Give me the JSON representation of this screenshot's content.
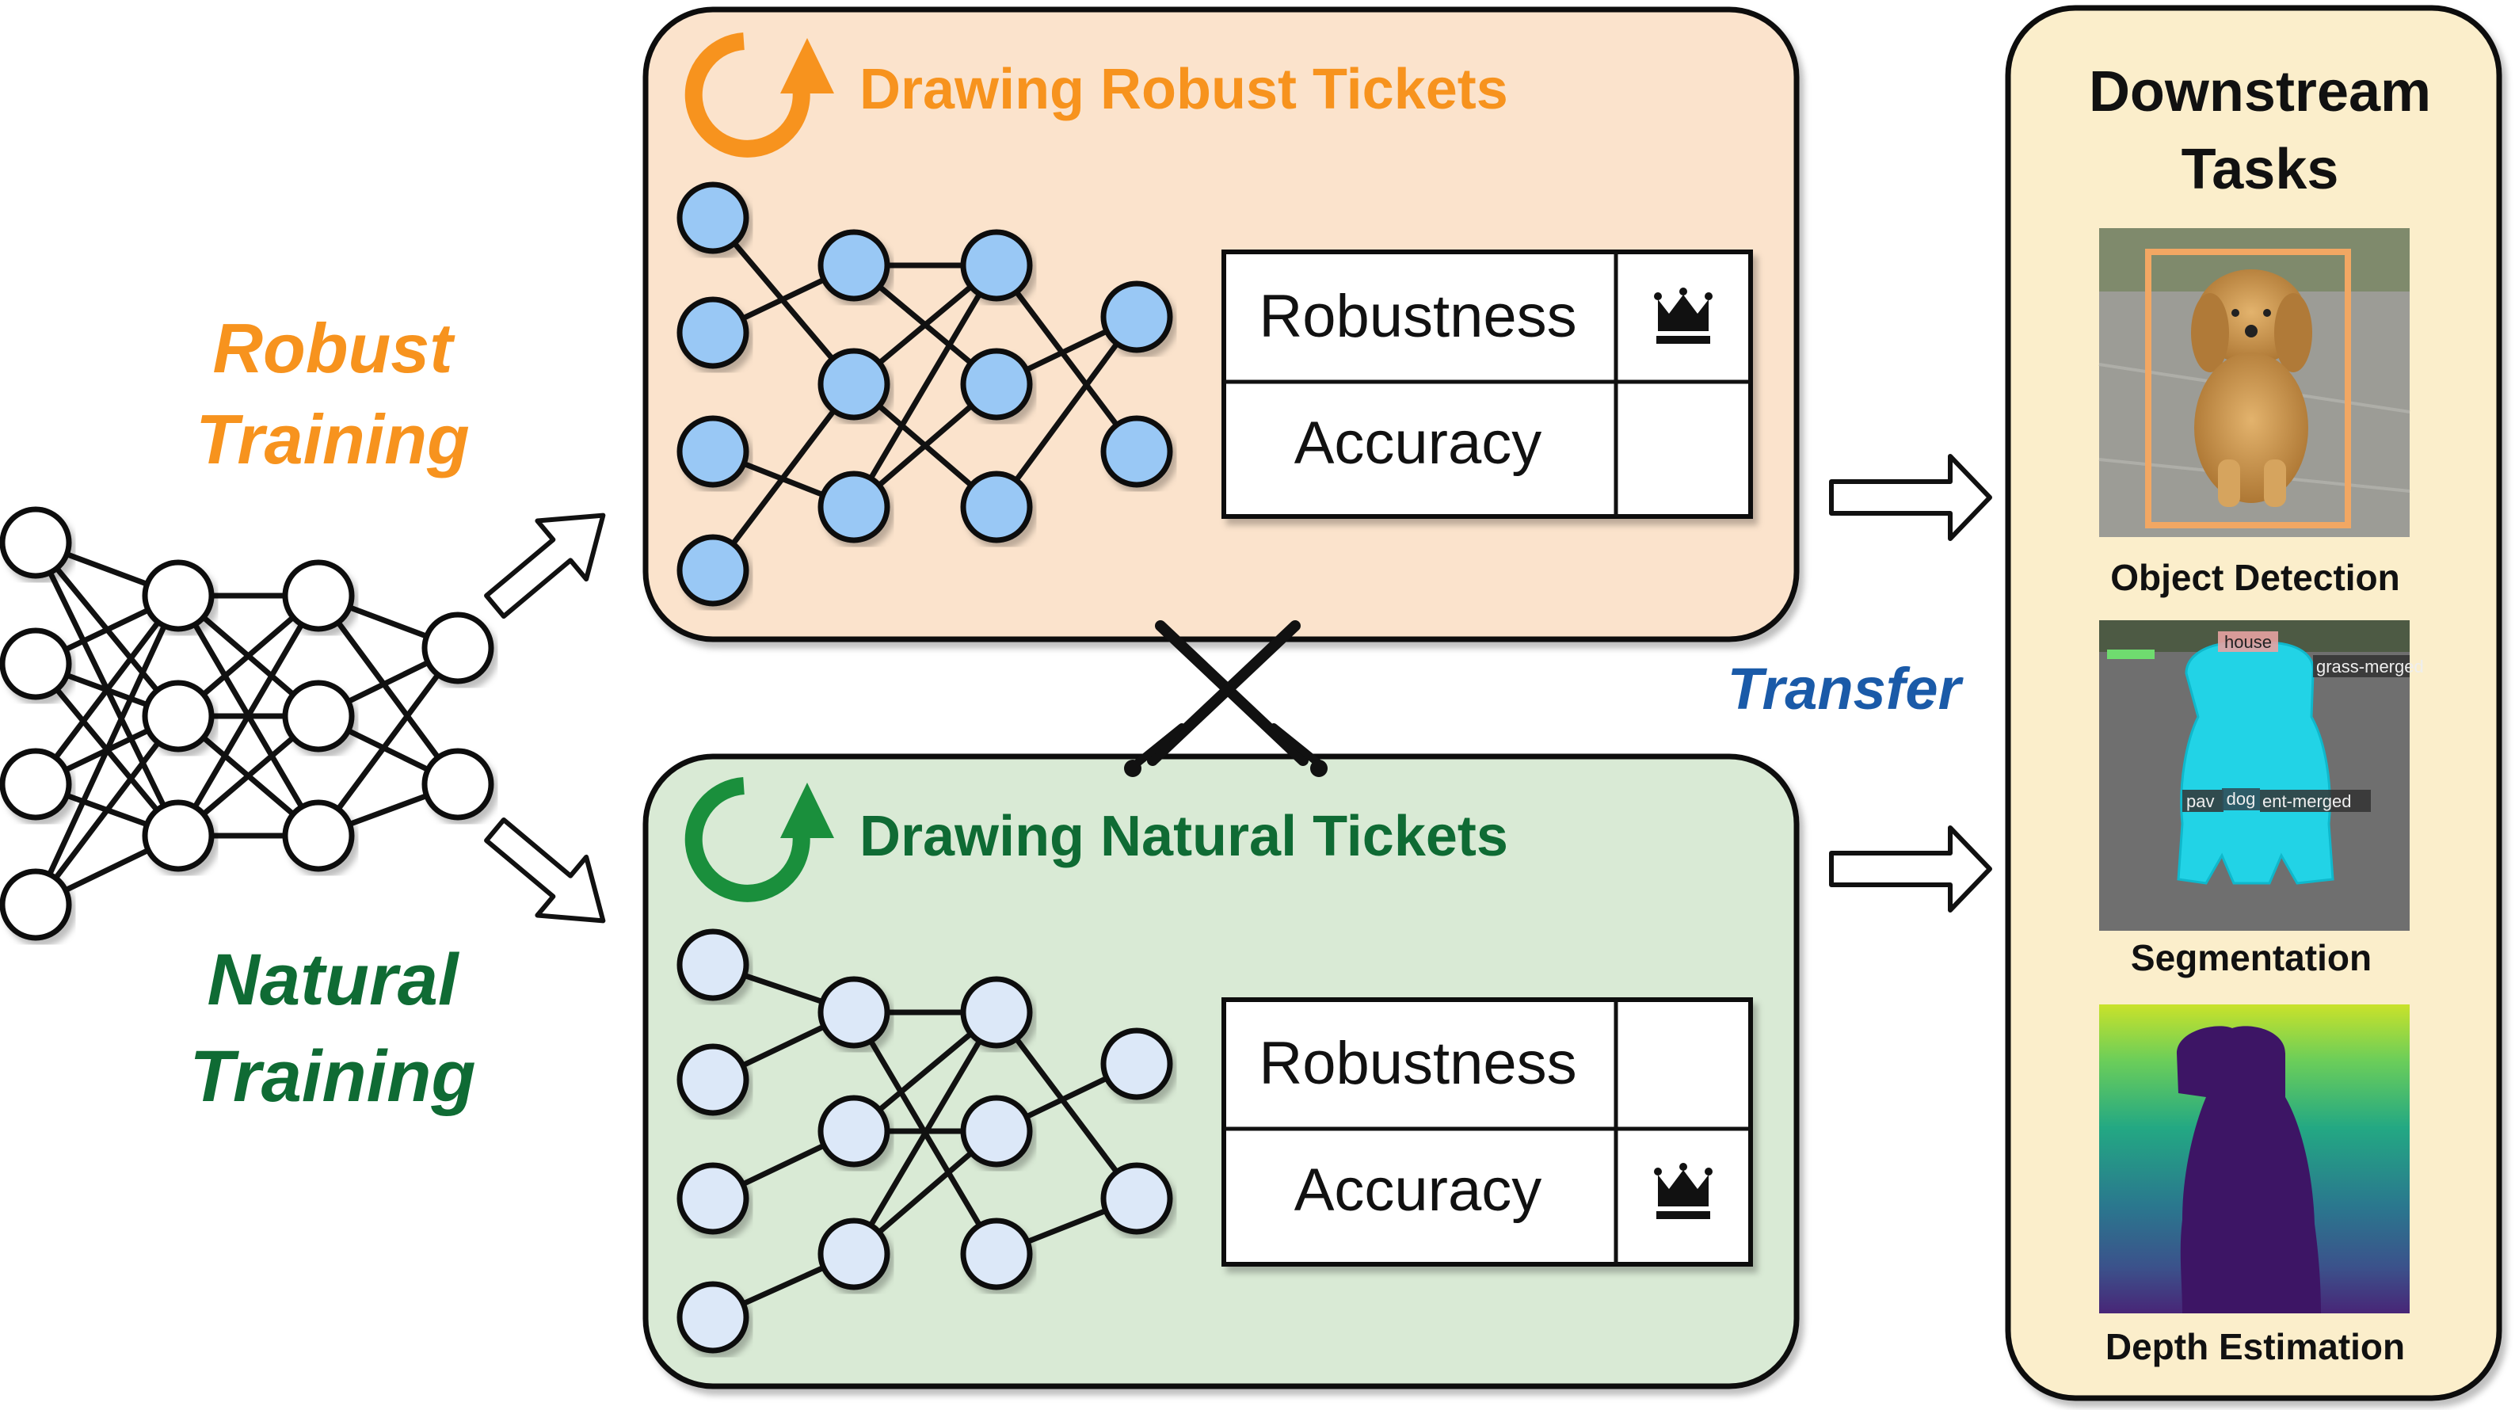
{
  "labels": {
    "robust_training": "Robust Training",
    "natural_training": "Natural Training",
    "transfer": "Transfer"
  },
  "robust_box": {
    "title": "Drawing Robust Tickets",
    "rows": [
      "Robustness",
      "Accuracy"
    ],
    "crown_row": 0
  },
  "natural_box": {
    "title": "Drawing Natural Tickets",
    "rows": [
      "Robustness",
      "Accuracy"
    ],
    "crown_row": 1
  },
  "downstream": {
    "title_line1": "Downstream",
    "title_line2": "Tasks",
    "tasks": [
      "Object Detection",
      "Segmentation",
      "Depth Estimation"
    ],
    "seg_tags": [
      "house",
      "grass-merged",
      "pav",
      "dog",
      "ent-merged"
    ]
  },
  "colors": {
    "robust_accent": "#f7931e",
    "natural_accent": "#1a8f3c",
    "natural_label": "#0f6b34",
    "transfer": "#1a5aa8",
    "robust_fill": "#fbe3cc",
    "natural_fill": "#d9ead5",
    "downstream_fill": "#fbeecb",
    "robust_node": "#99c8f5",
    "natural_node": "#dce8f8"
  },
  "icons": {
    "refresh": "circular-arrow-icon",
    "crown": "crown-icon",
    "crossed_swords": "crossed-swords-icon"
  }
}
